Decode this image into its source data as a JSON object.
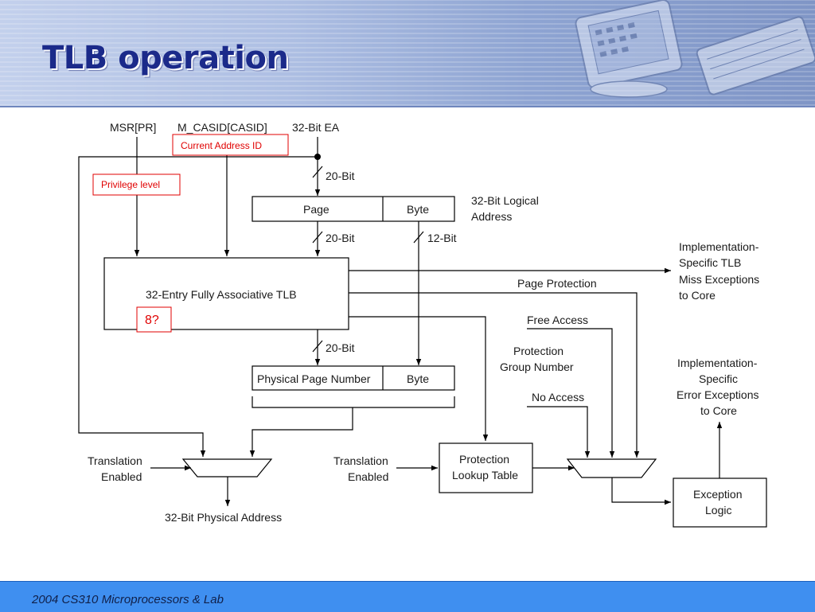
{
  "slide": {
    "title": "TLB operation"
  },
  "inputs": {
    "msr": "MSR[PR]",
    "casid": "M_CASID[CASID]",
    "ea": "32-Bit EA"
  },
  "annotations": {
    "current_address_id": "Current Address ID",
    "privilege_level": "Privilege level",
    "entries_note": "8?"
  },
  "bit_labels": {
    "bit20_a": "20-Bit",
    "bit20_b": "20-Bit",
    "bit12": "12-Bit",
    "bit20_c": "20-Bit"
  },
  "logical_address": {
    "page": "Page",
    "byte": "Byte",
    "label_line1": "32-Bit Logical",
    "label_line2": "Address"
  },
  "tlb": {
    "label": "32-Entry Fully Associative TLB"
  },
  "physical_address": {
    "ppn": "Physical Page Number",
    "byte": "Byte",
    "output": "32-Bit Physical Address"
  },
  "translation": {
    "line1": "Translation",
    "line2": "Enabled"
  },
  "translation2": {
    "line1": "Translation",
    "line2": "Enabled"
  },
  "protection_table": {
    "line1": "Protection",
    "line2": "Lookup Table"
  },
  "page_protection": "Page Protection",
  "free_access": "Free Access",
  "protection_group": {
    "line1": "Protection",
    "line2": "Group Number"
  },
  "no_access": "No Access",
  "tlb_miss": {
    "line1": "Implementation-",
    "line2": "Specific TLB",
    "line3": "Miss Exceptions",
    "line4": "to Core"
  },
  "error_exc": {
    "line1": "Implementation-",
    "line2": "Specific",
    "line3": "Error Exceptions",
    "line4": "to Core"
  },
  "exception_logic": {
    "line1": "Exception",
    "line2": "Logic"
  },
  "footer": {
    "text": "2004  CS310 Microprocessors & Lab"
  }
}
